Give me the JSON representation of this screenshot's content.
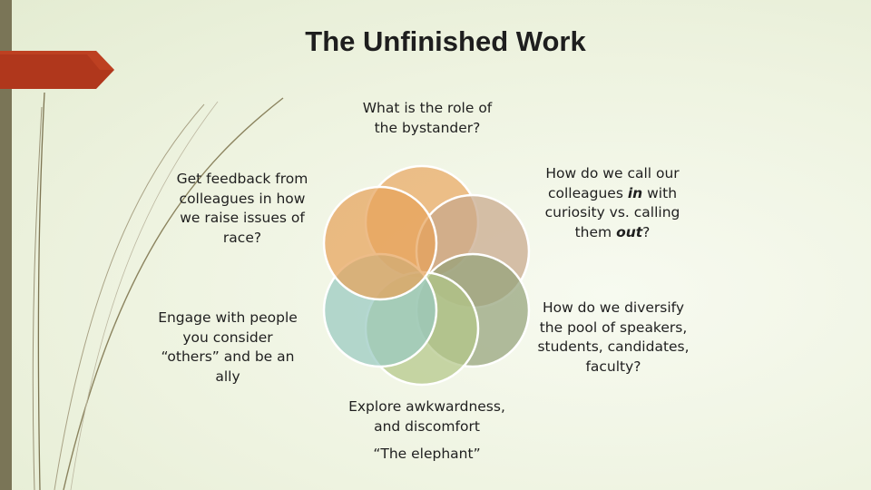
{
  "slide": {
    "title": "The Unfinished Work"
  },
  "petals": [
    {
      "id": "top",
      "label": "What is the role of the bystander?",
      "color": "#e9a862"
    },
    {
      "id": "upper-right",
      "label_before": "How do we call our colleagues ",
      "label_em1": "in",
      "label_mid": " with curiosity vs. calling them ",
      "label_em2": "out",
      "label_after": "?",
      "color": "#c7a88a"
    },
    {
      "id": "lower-right",
      "label": "How do we diversify the pool of speakers, students, candidates, faculty?",
      "color": "#94a27a"
    },
    {
      "id": "bottom",
      "label": "Explore awkwardness, and discomfort",
      "label2": "“The elephant”",
      "color": "#b3c688"
    },
    {
      "id": "lower-left",
      "label": "Engage with people you consider “others” and be an ally",
      "color": "#98c9c0"
    },
    {
      "id": "upper-left",
      "label": "Get feedback from colleagues in how we raise issues of race?",
      "color": "#e6a25a"
    }
  ],
  "colors": {
    "left_bar": "#7a7557",
    "bookmark": "#b0371c",
    "deco_stroke": "#7d7552"
  }
}
